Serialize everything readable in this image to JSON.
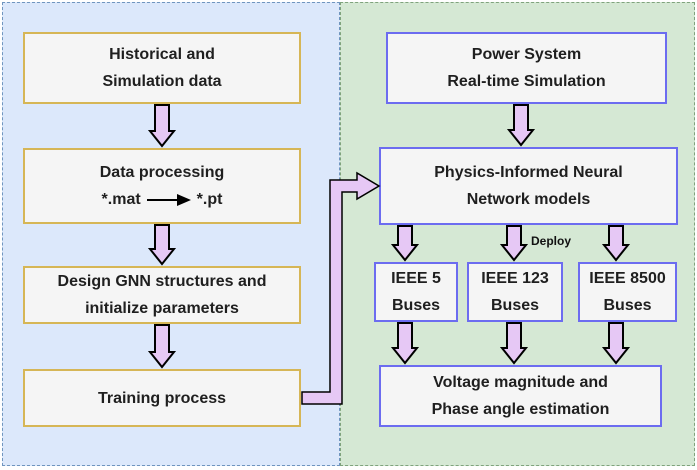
{
  "left": {
    "historical": [
      "Historical and",
      "Simulation data"
    ],
    "processing": {
      "title": "Data processing",
      "from": "*.mat",
      "to": "*.pt"
    },
    "design": [
      "Design GNN structures and",
      "initialize parameters"
    ],
    "training": "Training process"
  },
  "right": {
    "power": [
      "Power System",
      "Real-time Simulation"
    ],
    "pinn": [
      "Physics-Informed Neural",
      "Network models"
    ],
    "deploy": "Deploy",
    "ieee5": [
      "IEEE 5",
      "Buses"
    ],
    "ieee123": [
      "IEEE 123",
      "Buses"
    ],
    "ieee8500": [
      "IEEE 8500",
      "Buses"
    ],
    "output": [
      "Voltage magnitude and",
      "Phase angle estimation"
    ]
  },
  "colors": {
    "left_panel_fill": "#dce8fb",
    "right_panel_fill": "#d5e8d4",
    "yellow_border": "#d6b656",
    "purple_border": "#6c6cf0",
    "arrow_fill": "#e6c8f5",
    "box_fill": "#f5f5f5"
  },
  "icons": {
    "flow_arrow": "block-down-arrow",
    "data_conversion": "right-arrow-icon"
  }
}
